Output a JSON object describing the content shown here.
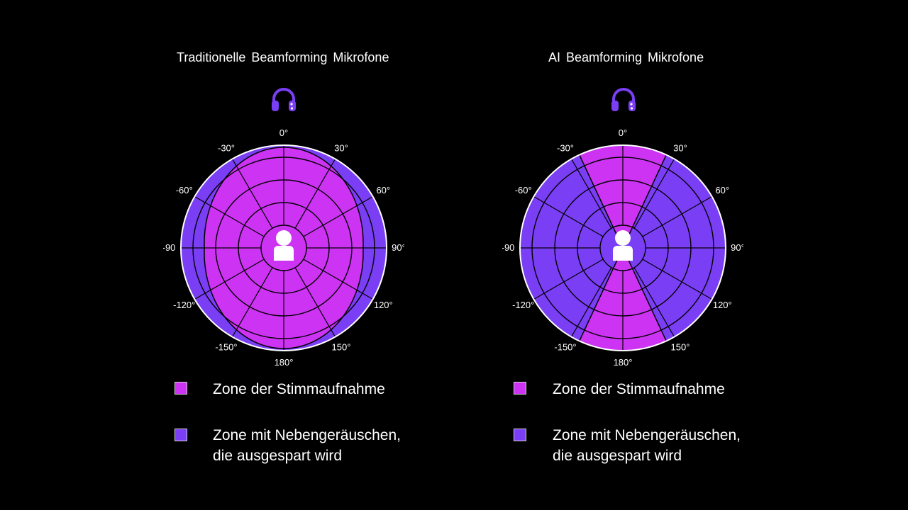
{
  "colors": {
    "voice_zone": "#cc33f2",
    "noise_zone": "#7a3ef5",
    "headset": "#7a3ef5",
    "background": "#000000",
    "grid": "#000000"
  },
  "angle_labels": {
    "a0": "0°",
    "a30": "30°",
    "a60": "60°",
    "a90": "90°",
    "a120": "120°",
    "a150": "150°",
    "a180": "180°",
    "am150": "-150°",
    "am120": "-120°",
    "am90": "-90",
    "am60": "-60°",
    "am30": "-30°"
  },
  "diagrams": [
    {
      "title": "Traditionelle Beamforming Mikrofone",
      "icon": "headset-icon",
      "center_icon": "person-icon",
      "pattern": "wide-elliptical",
      "legend": {
        "voice": "Zone der Stimmaufnahme",
        "noise_line1": "Zone mit Nebengeräuschen,",
        "noise_line2": "die ausgespart wird"
      }
    },
    {
      "title": "AI Beamforming Mikrofone",
      "icon": "headset-icon",
      "center_icon": "person-icon",
      "pattern": "narrow-front-back-sectors",
      "legend": {
        "voice": "Zone der Stimmaufnahme",
        "noise_line1": "Zone mit Nebengeräuschen,",
        "noise_line2": "die ausgespart wird"
      }
    }
  ]
}
